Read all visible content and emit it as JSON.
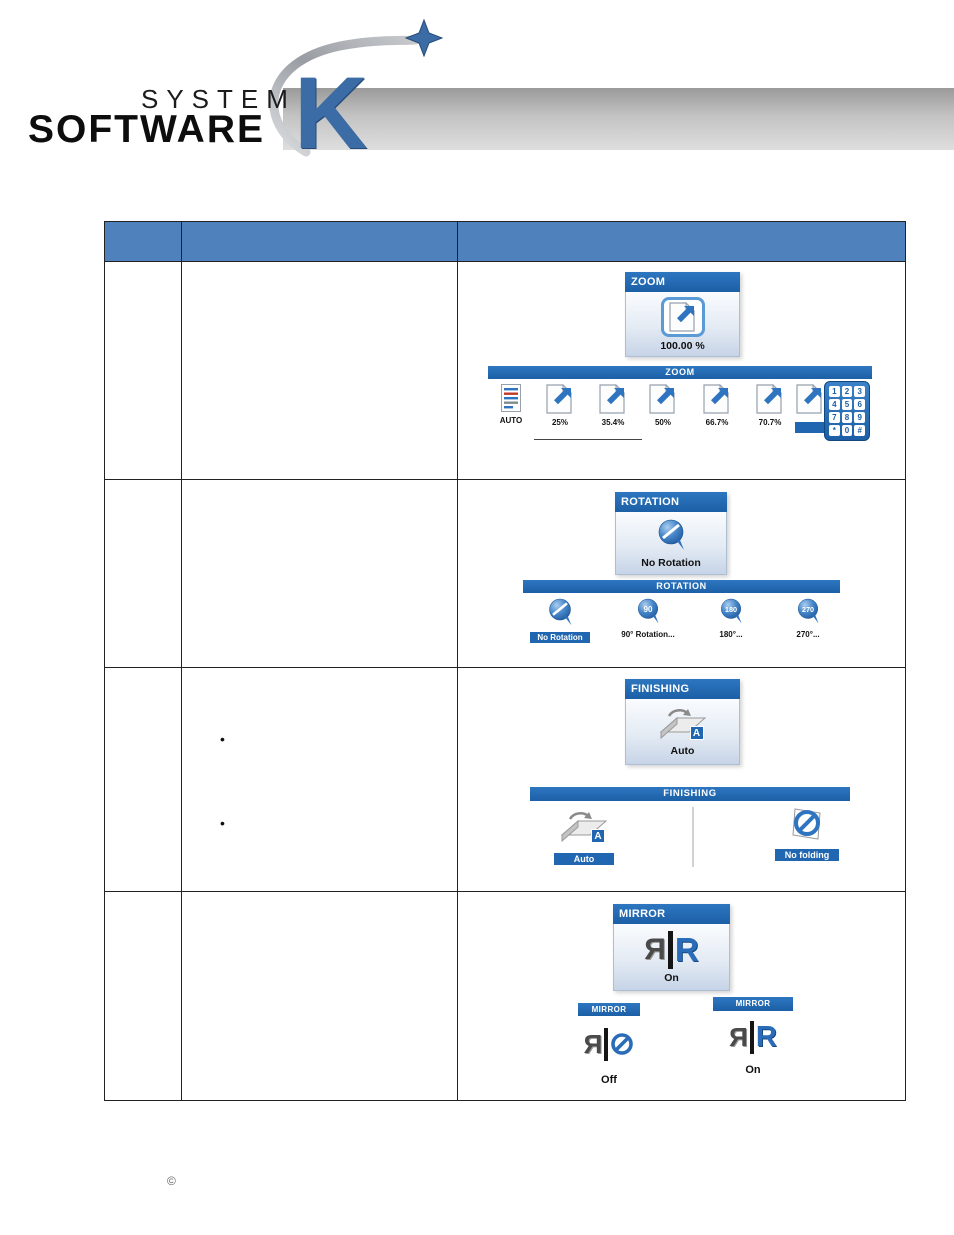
{
  "logo": {
    "system": "SYSTEM",
    "software": "SOFTWARE",
    "k": "K"
  },
  "table": {
    "zoom": {
      "panel": {
        "title": "ZOOM",
        "value": "100.00 %"
      },
      "toolbar": {
        "title": "ZOOM",
        "auto_label": "AUTO",
        "options": [
          {
            "label": "25%"
          },
          {
            "label": "35.4%"
          },
          {
            "label": "50%"
          },
          {
            "label": "66.7%"
          },
          {
            "label": "70.7%"
          }
        ],
        "keypad": [
          "1",
          "2",
          "3",
          "4",
          "5",
          "6",
          "7",
          "8",
          "9",
          "*",
          "0",
          "#"
        ]
      }
    },
    "rotation": {
      "panel": {
        "title": "ROTATION",
        "value": "No Rotation"
      },
      "toolbar": {
        "title": "ROTATION",
        "options": [
          {
            "label": "No Rotation"
          },
          {
            "label": "90° Rotation...",
            "badge": "90"
          },
          {
            "label": "180°...",
            "badge": "180"
          },
          {
            "label": "270°...",
            "badge": "270"
          }
        ]
      }
    },
    "finishing": {
      "bullets": [
        "•",
        "•"
      ],
      "panel": {
        "title": "FINISHING",
        "value": "Auto",
        "badge": "A"
      },
      "toolbar": {
        "title": "FINISHING",
        "options": [
          {
            "label": "Auto",
            "badge": "A"
          },
          {
            "label": "No folding"
          }
        ]
      }
    },
    "mirror": {
      "panel": {
        "title": "MIRROR",
        "value": "On",
        "glyph_left": "Я",
        "glyph_right": "R"
      },
      "off_panel": {
        "title": "MIRROR",
        "value": "Off",
        "glyph_left": "Я"
      },
      "on_panel": {
        "title": "MIRROR",
        "value": "On",
        "glyph_left": "Я",
        "glyph_right": "R"
      }
    }
  },
  "colors": {
    "header_blue": "#4f81bd",
    "panel_blue": "#2066b0",
    "accent_blue": "#2f74c0"
  },
  "footer": {
    "copyright": "©"
  }
}
